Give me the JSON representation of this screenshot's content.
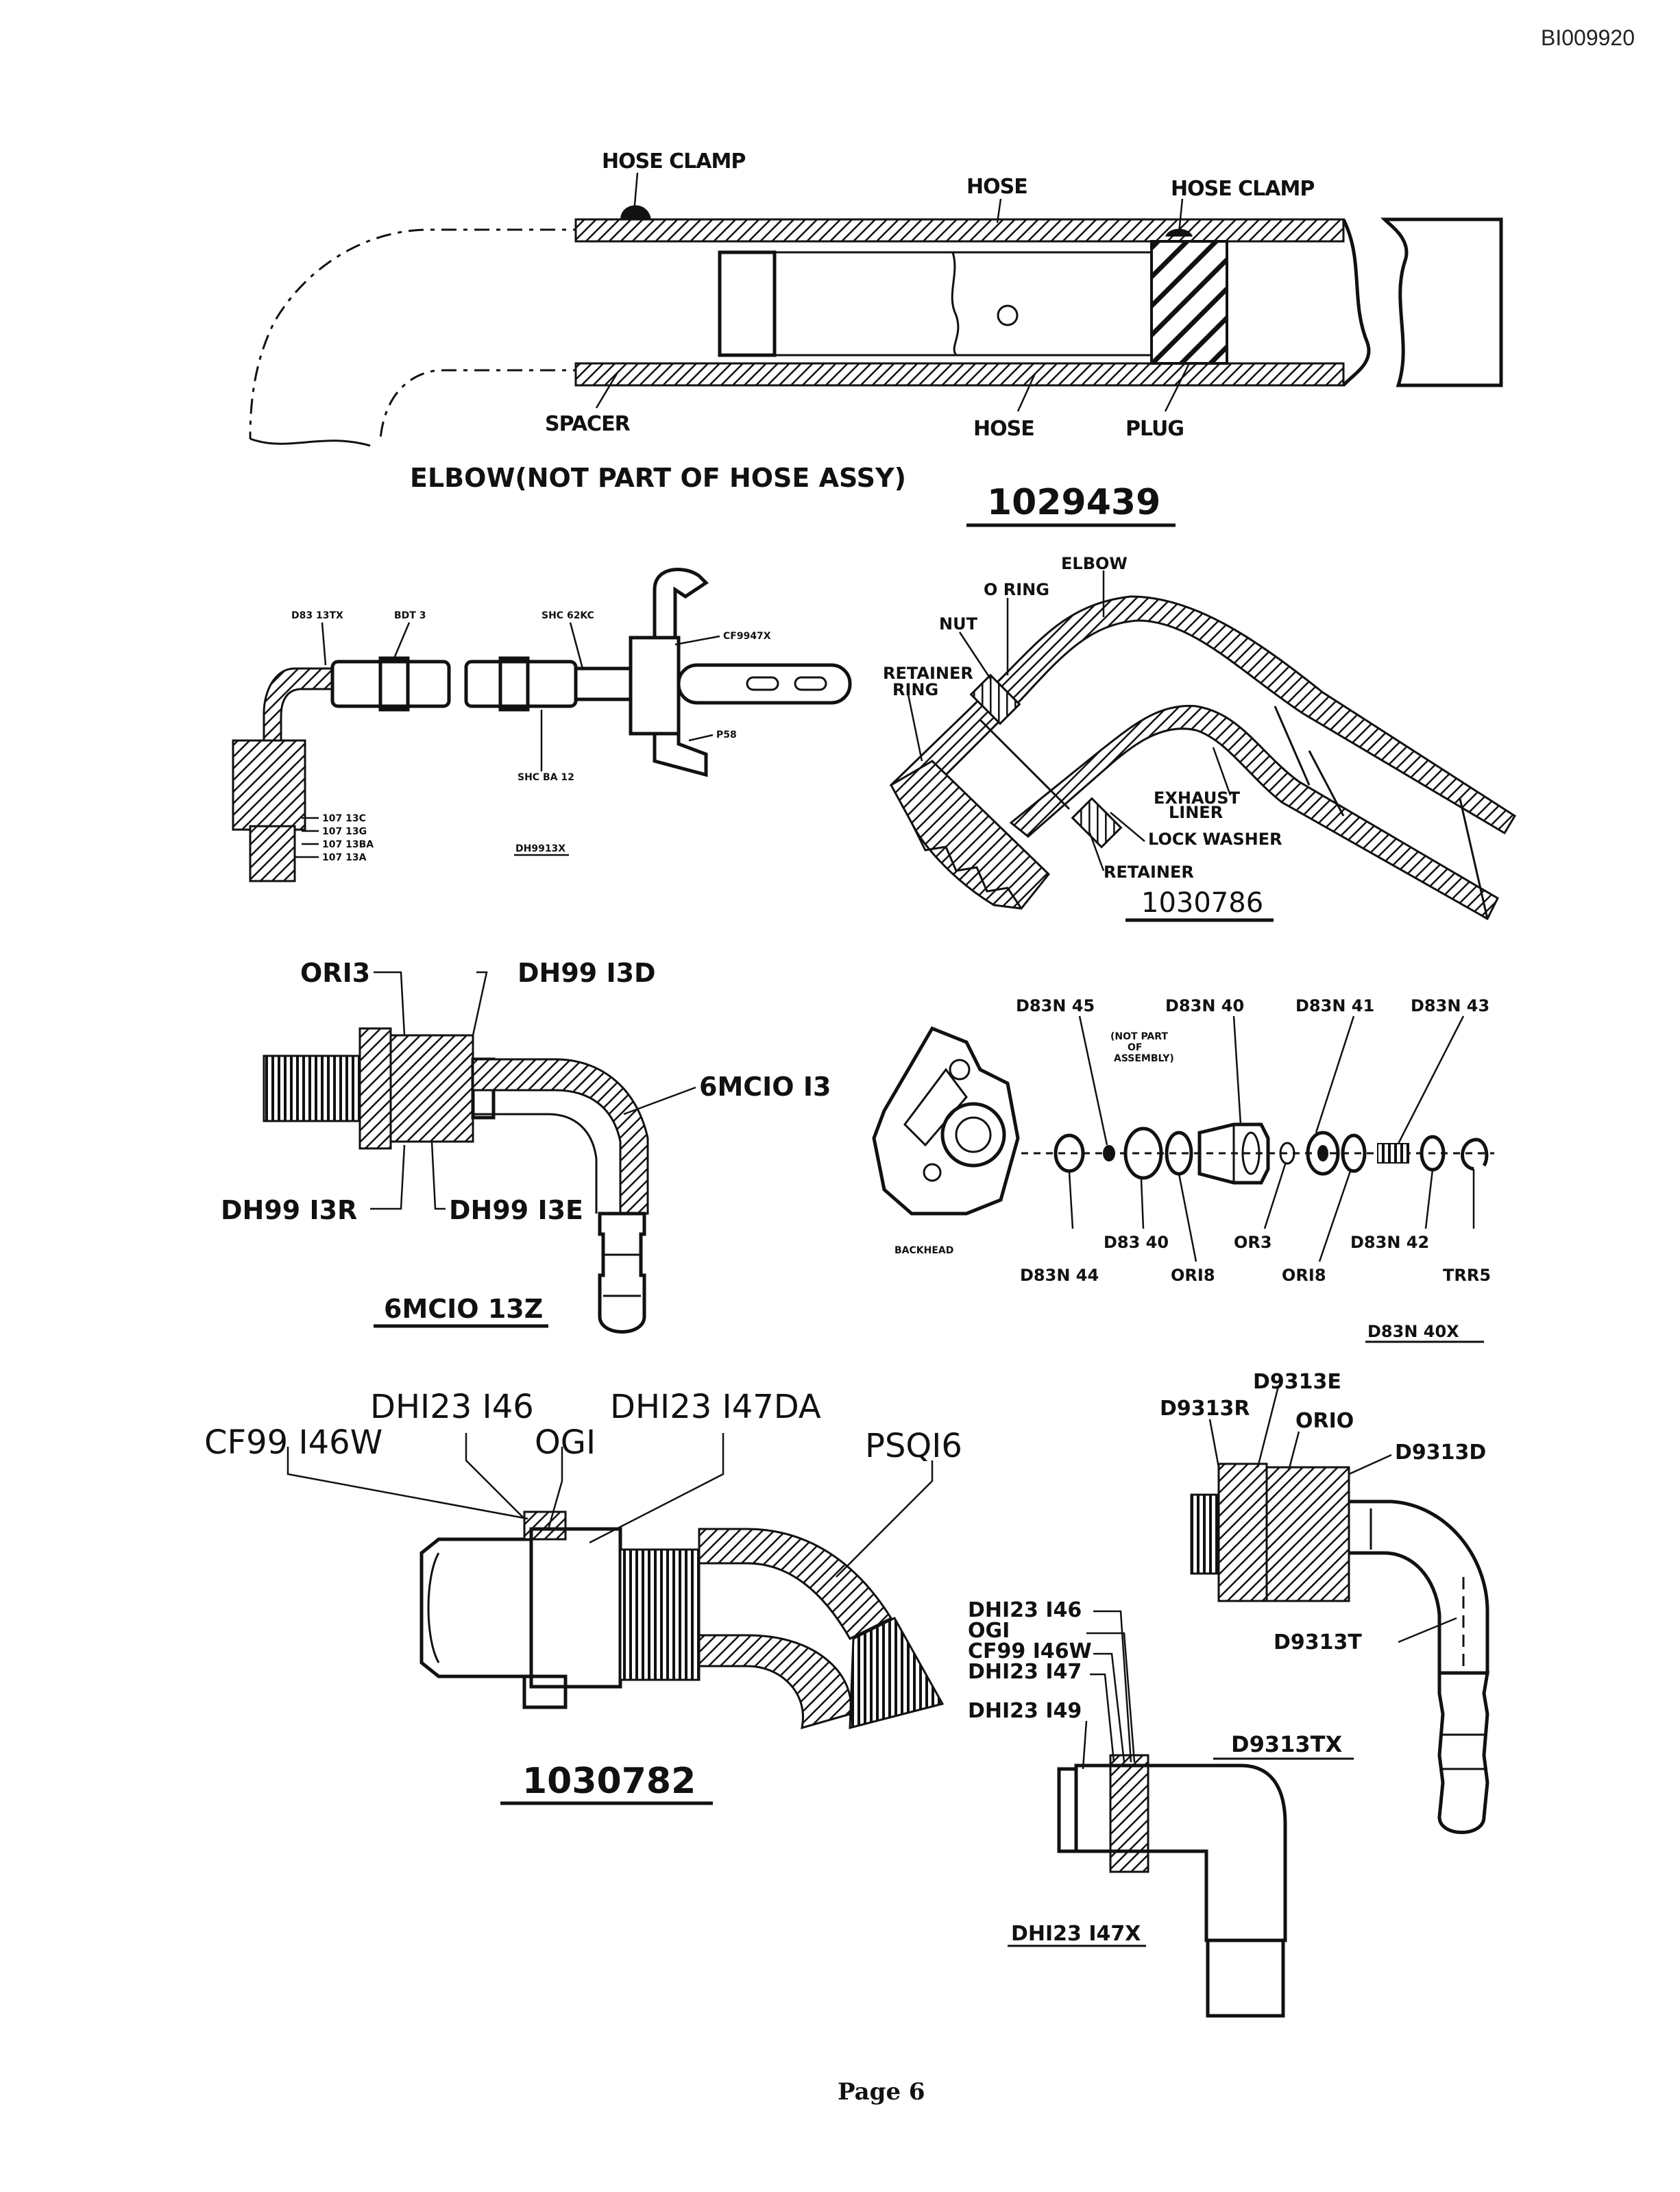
{
  "document": {
    "doc_id": "BI009920",
    "page_label": "Page 6"
  },
  "fig_hose_assy": {
    "part_number": "1029439",
    "labels": {
      "hose_clamp_left": "HOSE CLAMP",
      "hose_top": "HOSE",
      "hose_clamp_right": "HOSE CLAMP",
      "spacer": "SPACER",
      "hose_bottom": "HOSE",
      "plug": "PLUG",
      "elbow_note": "ELBOW(NOT PART OF HOSE ASSY)"
    }
  },
  "fig_dh9913x": {
    "part_number": "DH9913X",
    "labels": {
      "d83_13tx": "D83 13TX",
      "bdt3": "BDT 3",
      "shc_62kc": "SHC 62KC",
      "cf9947x": "CF9947X",
      "p58": "P58",
      "shc_ba12": "SHC BA 12",
      "p107_13c": "107 13C",
      "p107_13g": "107 13G",
      "p107_13ba": "107 13BA",
      "p107_13a": "107 13A"
    }
  },
  "fig_1030786": {
    "part_number": "1030786",
    "labels": {
      "elbow": "ELBOW",
      "o_ring": "O RING",
      "nut": "NUT",
      "retainer_ring_1": "RETAINER",
      "retainer_ring_2": "RING",
      "exhaust_liner_1": "EXHAUST",
      "exhaust_liner_2": "LINER",
      "lock_washer": "LOCK WASHER",
      "retainer": "RETAINER"
    }
  },
  "fig_6mc10_13z": {
    "part_number": "6MCIO 13Z",
    "labels": {
      "or13": "ORI3",
      "dh99_13d": "DH99 I3D",
      "p6mc10_13": "6MCIO I3",
      "dh99_13r": "DH99 I3R",
      "dh99_13e": "DH99 I3E"
    }
  },
  "fig_d83n_40x": {
    "part_number": "D83N 40X",
    "labels": {
      "d83n_45": "D83N 45",
      "d83n_40": "D83N 40",
      "d83n_41": "D83N 41",
      "d83n_43": "D83N 43",
      "note_1": "(NOT PART",
      "note_2": "OF",
      "note_3": "ASSEMBLY)",
      "backhead": "BACKHEAD",
      "d83_40": "D83 40",
      "or3": "OR3",
      "d83n_42": "D83N 42",
      "d83n_44": "D83N 44",
      "or18_a": "ORI8",
      "or18_b": "ORI8",
      "trr5": "TRR5"
    }
  },
  "fig_1030782": {
    "part_number": "1030782",
    "labels": {
      "dh123_146": "DHI23 I46",
      "dh123_147da": "DHI23 I47DA",
      "cf99_146w": "CF99 I46W",
      "og1": "OGI",
      "psq16": "PSQI6"
    }
  },
  "fig_d9313tx": {
    "part_number": "D9313TX",
    "labels": {
      "d9313e": "D9313E",
      "d9313r": "D9313R",
      "or10": "ORIO",
      "d9313d": "D9313D",
      "d9313t": "D9313T"
    }
  },
  "fig_dh123_147x": {
    "part_number": "DHI23 I47X",
    "labels": {
      "dh123_146": "DHI23 I46",
      "og1": "OGI",
      "cf99_146w": "CF99 I46W",
      "dh123_147": "DHI23 I47",
      "dh123_149": "DHI23 I49"
    }
  }
}
